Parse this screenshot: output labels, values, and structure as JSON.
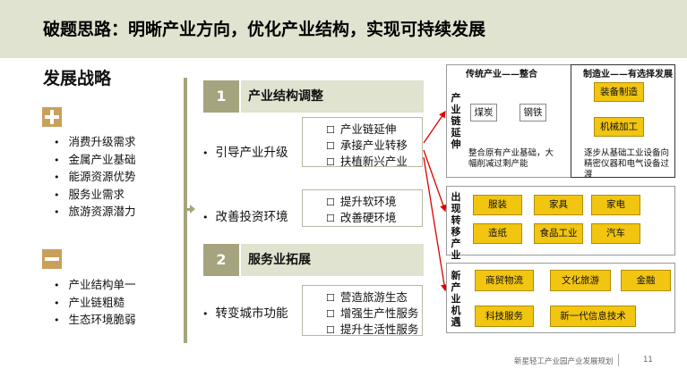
{
  "header": {
    "title": "破题思路：明晰产业方向，优化产业结构，实现可持续发展"
  },
  "left": {
    "section_title": "发展战略",
    "plus_items": [
      "消费升级需求",
      "金属产业基础",
      "能源资源优势",
      "服务业需求",
      "旅游资源潜力"
    ],
    "minus_items": [
      "产业结构单一",
      "产业链粗糙",
      "生态环境脆弱"
    ]
  },
  "middle": {
    "sec1": {
      "num": "1",
      "label": "产业结构调整"
    },
    "sec2": {
      "num": "2",
      "label": "服务业拓展"
    },
    "item1": {
      "label": "引导产业升级",
      "details": [
        "产业链延伸",
        "承接产业转移",
        "扶植新兴产业"
      ]
    },
    "item2": {
      "label": "改善投资环境",
      "details": [
        "提升软环境",
        "改善硬环境"
      ]
    },
    "item3": {
      "label": "转变城市功能",
      "details": [
        "营造旅游生态",
        "增强生产性服务",
        "提升生活性服务"
      ]
    }
  },
  "right": {
    "box1": {
      "vertical": "产业链延伸",
      "traditional_title": "传统产业——整合",
      "coal": "煤炭",
      "steel": "钢铁",
      "traditional_note": "整合原有产业基础，大幅削减过剩产能",
      "mfg_title": "制造业——有选择发展",
      "equip": "装备制造",
      "machining": "机械加工",
      "mfg_note": "逐步从基础工业设备向精密仪器和电气设备过渡"
    },
    "box2": {
      "vertical": "出现转移产业",
      "items": [
        "服装",
        "家具",
        "家电",
        "造纸",
        "食品工业",
        "汽车"
      ]
    },
    "box3": {
      "vertical": "新产业机遇",
      "items": [
        "商贸物流",
        "文化旅游",
        "金融",
        "科技服务",
        "新一代信息技术"
      ]
    }
  },
  "footer": {
    "text": "新星轻工产业园产业发展规划",
    "page": "11"
  },
  "colors": {
    "header_bg": "#dfe3cf",
    "accent": "#a5a47e",
    "sign": "#c9a05a",
    "yellow": "#f2c511",
    "arrow": "#e00000"
  }
}
